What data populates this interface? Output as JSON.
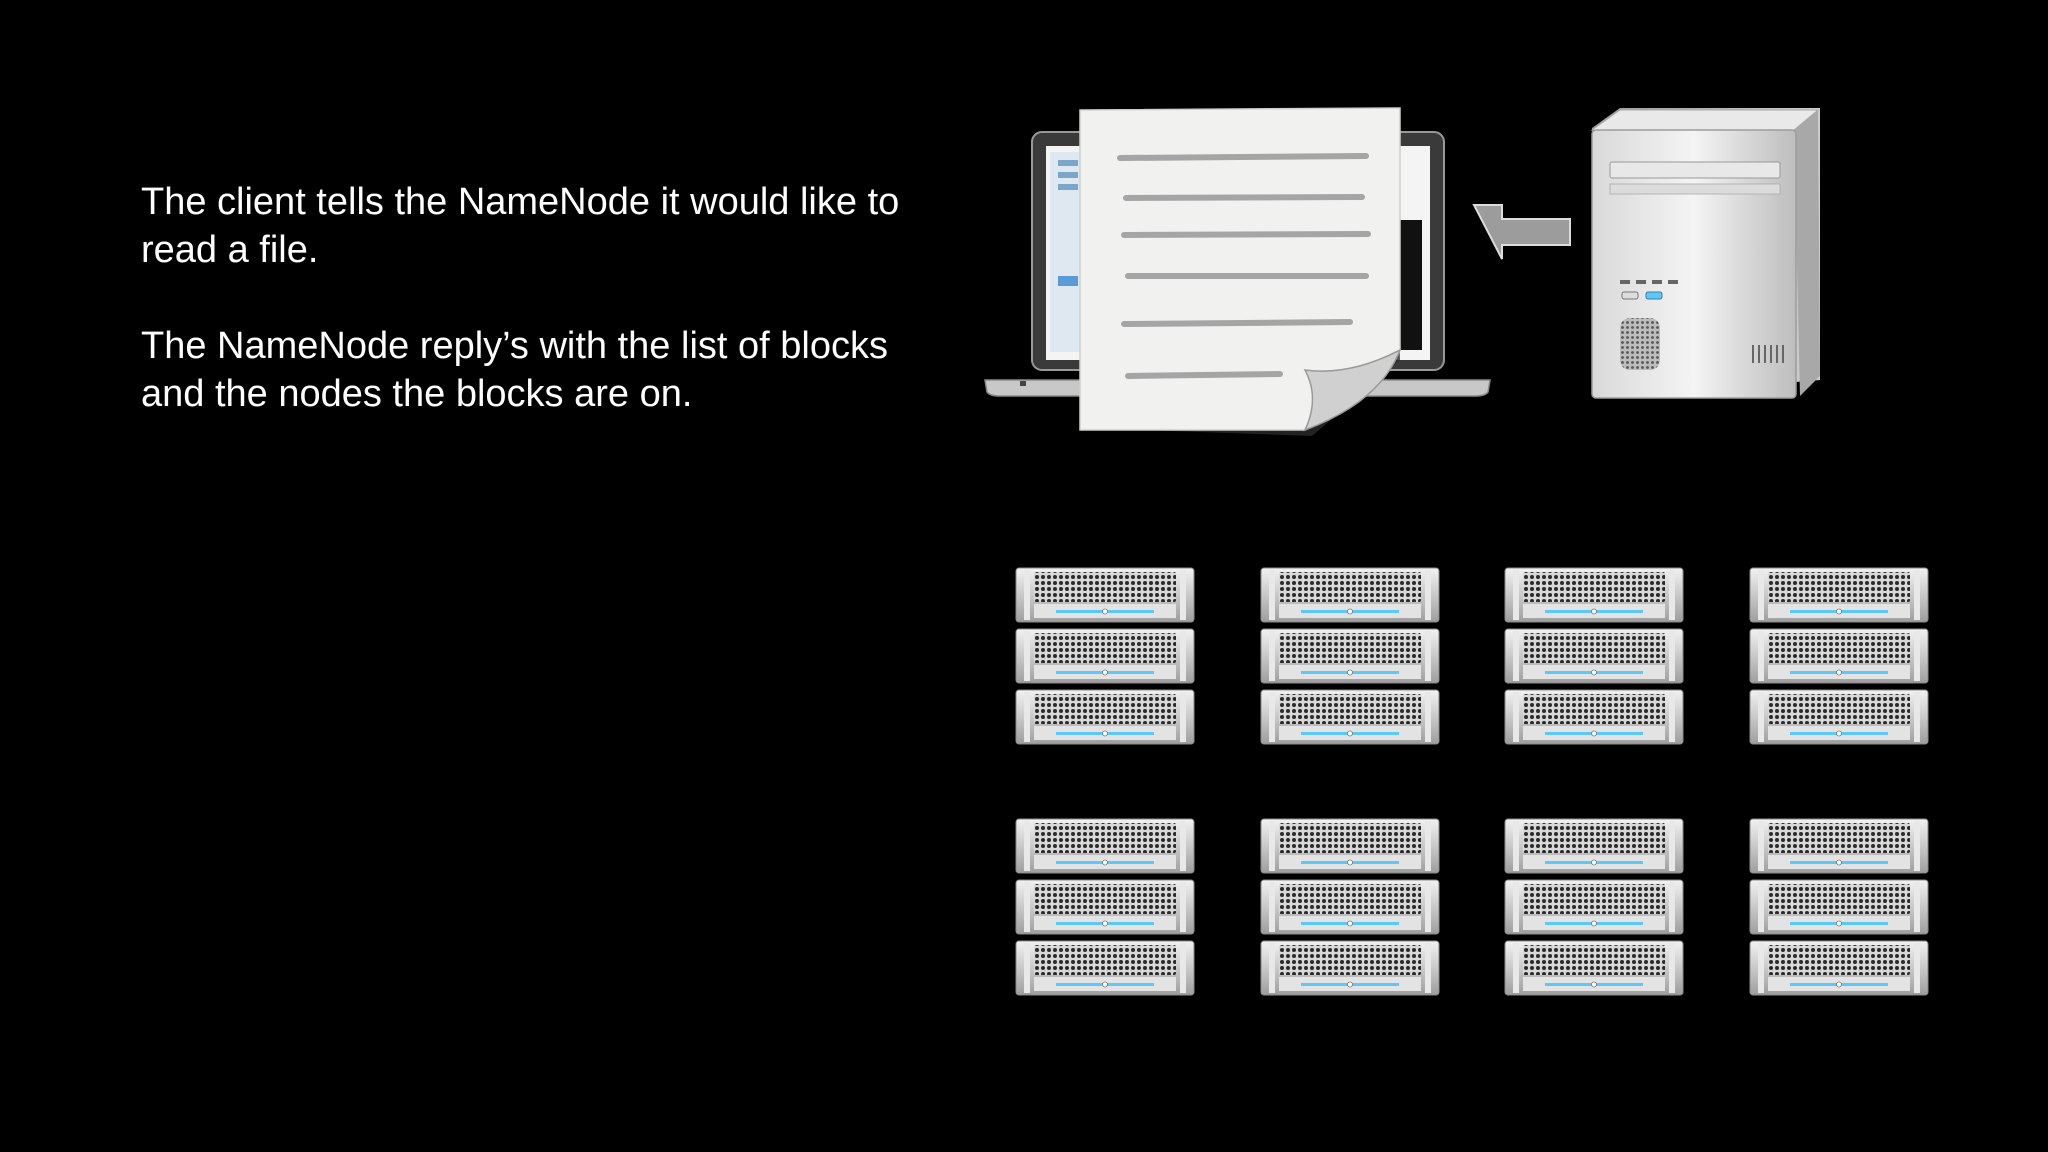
{
  "slide": {
    "paragraphs": [
      "The client tells the NameNode it would like to read a file.",
      "The NameNode reply’s with the list of blocks and the nodes the blocks are on."
    ]
  },
  "diagram": {
    "client": {
      "icon": "laptop-icon"
    },
    "document": {
      "icon": "document-icon"
    },
    "arrow": {
      "icon": "arrow-left-icon",
      "direction": "left"
    },
    "namenode": {
      "icon": "tower-server-icon"
    },
    "data_nodes": {
      "rows": 2,
      "columns": 4,
      "units_per_stack": 3,
      "icon": "rack-server-icon"
    },
    "colors": {
      "background": "#000000",
      "text": "#ffffff",
      "accent": "#5ac8fa"
    }
  }
}
